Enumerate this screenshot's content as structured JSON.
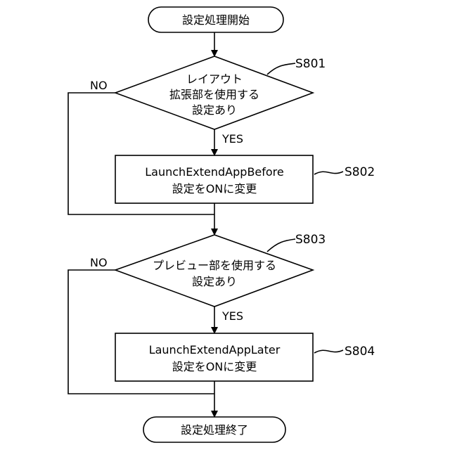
{
  "flowchart": {
    "start": {
      "text": "設定処理開始"
    },
    "end": {
      "text": "設定処理終了"
    },
    "decision1": {
      "step": "S801",
      "lines": [
        "レイアウト",
        "拡張部を使用する",
        "設定あり"
      ],
      "yes": "YES",
      "no": "NO"
    },
    "process1": {
      "step": "S802",
      "lines": [
        "LaunchExtendAppBefore",
        "設定をONに変更"
      ]
    },
    "decision2": {
      "step": "S803",
      "lines": [
        "プレビュー部を使用する",
        "設定あり"
      ],
      "yes": "YES",
      "no": "NO"
    },
    "process2": {
      "step": "S804",
      "lines": [
        "LaunchExtendAppLater",
        "設定をONに変更"
      ]
    }
  }
}
